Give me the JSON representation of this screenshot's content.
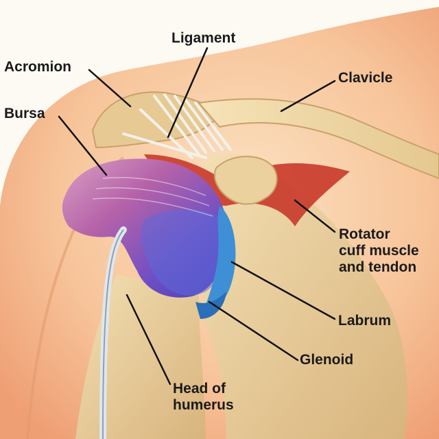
{
  "labels": {
    "ligament": "Ligament",
    "acromion": "Acromion",
    "clavicle": "Clavicle",
    "bursa": "Bursa",
    "rotator_cuff": [
      "Rotator",
      "cuff muscle",
      "and tendon"
    ],
    "labrum": "Labrum",
    "glenoid": "Glenoid",
    "head_of_humerus": [
      "Head of",
      "humerus"
    ]
  },
  "colors": {
    "background": "#fdfaf4",
    "skin": "#f3b48a",
    "bone": "#e9cf9a",
    "bone_shadow": "#c9a06a",
    "muscle": "#c9382a",
    "bursa_purple": "#7a56c8",
    "bursa_pink": "#c86aa8",
    "labrum_blue": "#3f8fd6",
    "ligament_white": "#f4f1ea",
    "leader_line": "#111111"
  }
}
